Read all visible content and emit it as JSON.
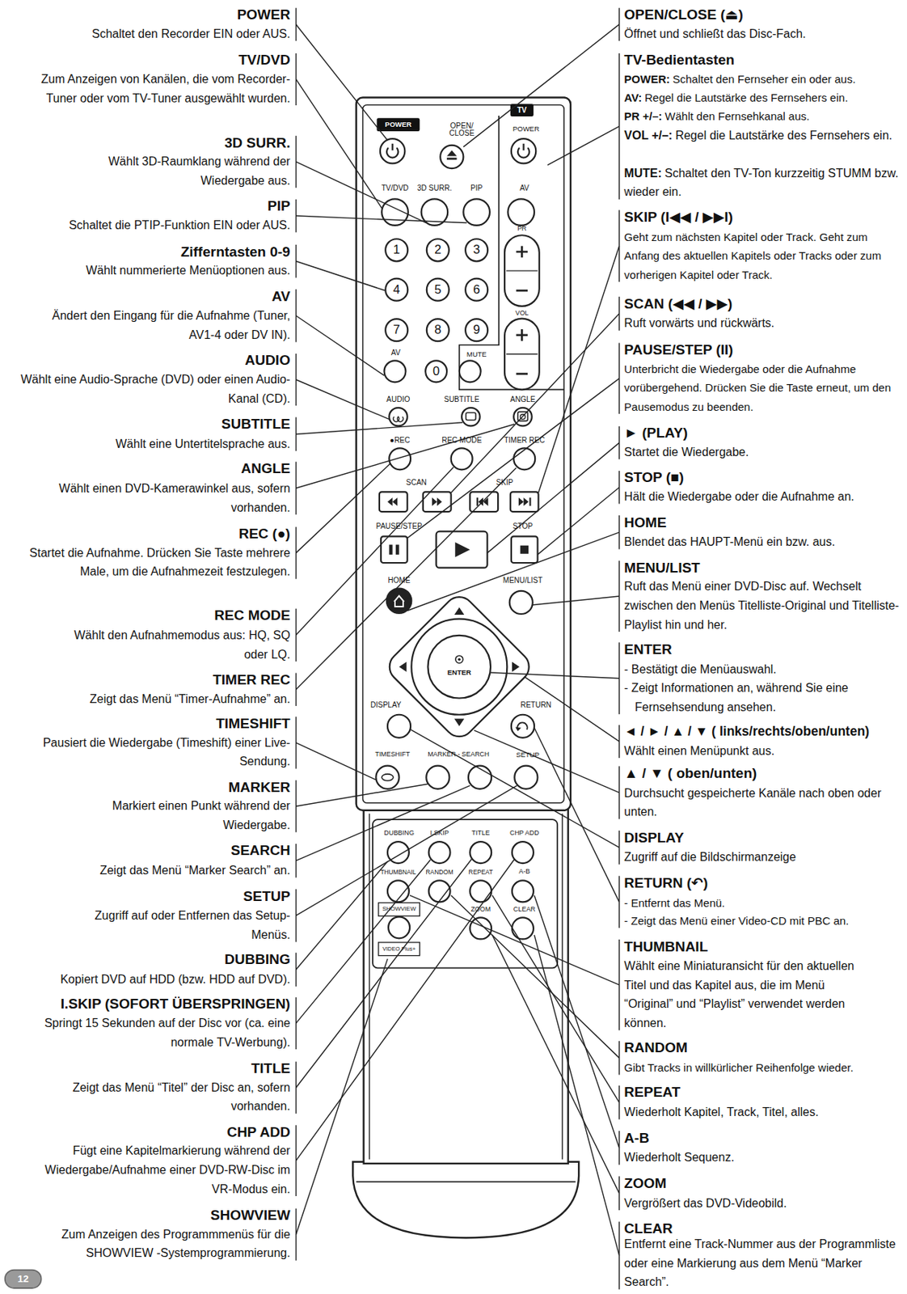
{
  "diagram": {
    "labels": [
      "POWER",
      "Schaltet den Recorder EIN oder AUS.",
      "TV/DVD",
      "Zum Anzeigen von Kanälen, die vom Recorder-Tuner oder vom TV-Tuner ausgewählt wurden.",
      "3D SURR.",
      "Wählt 3D-Raumklang während der Wiedergabe aus.",
      "PIP",
      "Schaltet die PTIP-Funktion EIN oder AUS.",
      "Zifferntasten 0-9",
      "Wählt nummerierte Menüoptionen aus.",
      "AV",
      "Ändert den Eingang für die Aufnahme (Tuner, AV1-4 oder DV IN).",
      "AUDIO",
      "Wählt eine Audio-Sprache (DVD) oder einen Audio-Kanal (CD).",
      "SUBTITLE",
      "Wählt eine Untertitelsprache aus.",
      "ANGLE",
      "Wählt einen DVD-Kamerawinkel aus, sofern vorhanden.",
      "REC (●)",
      "Startet die Aufnahme. Drücken Sie Taste mehrere Male, um die Aufnahmezeit festzulegen.",
      "REC MODE",
      "Wählt den Aufnahmemodus aus: HQ, SQ oder LQ.",
      "TIMER REC",
      "Zeigt das Menü “Timer-Aufnahme” an.",
      "TIMESHIFT",
      "Pausiert die Wiedergabe (Timeshift) einer Live-Sendung.",
      "MARKER",
      "Markiert einen Punkt während der Wiedergabe.",
      "SEARCH",
      "Zeigt das Menü “Marker Search” an.",
      "SETUP",
      "Zugriff auf oder Entfernen das Setup-Menüs.",
      "DUBBING",
      "Kopiert DVD auf HDD (bzw. HDD auf DVD).",
      "I.SKIP (SOFORT ÜBERSPRINGEN)",
      "Springt 15 Sekunden auf der Disc vor (ca. eine normale TV-Werbung).",
      "TITLE",
      "Zeigt das Menü “Titel” der Disc an, sofern vorhanden.",
      "CHP ADD",
      "Fügt eine Kapitelmarkierung während der Wiedergabe/Aufnahme einer DVD-RW-Disc im VR-Modus ein.",
      "SHOWVIEW",
      "Zum Anzeigen des Programmmenüs für die SHOWVIEW -Systemprogrammierung.",
      "OPEN/CLOSE (⏏)",
      "Öffnet und schließt das Disc-Fach.",
      "TV-Bedientasten",
      "POWER:",
      "Schaltet den Fernseher ein oder aus.",
      "AV:",
      "Regel die Lautstärke des Fernsehers ein.",
      "PR +/–:",
      "Wählt den Fernsehkanal aus.",
      "VOL +/–:",
      "Regel die Lautstärke des Fernsehers ein.",
      "MUTE:",
      "Schaltet den TV-Ton kurzzeitig STUMM bzw. wieder ein.",
      "SKIP (I◀◀ / ▶▶I)",
      "Geht zum nächsten Kapitel oder Track. Geht zum Anfang des aktuellen Kapitels oder Tracks oder zum vorherigen Kapitel oder Track.",
      "SCAN (◀◀ / ▶▶)",
      "Ruft vorwärts und rückwärts.",
      "PAUSE/STEP (II)",
      "Unterbricht die Wiedergabe oder die Aufnahme vorübergehend. Drücken Sie die Taste erneut, um den Pausemodus zu beenden.",
      "► (PLAY)",
      "Startet die Wiedergabe.",
      "STOP (■)",
      "Hält die Wiedergabe oder die Aufnahme an.",
      "HOME",
      "Blendet das HAUPT-Menü ein bzw. aus.",
      "MENU/LIST",
      "Ruft das Menü einer DVD-Disc auf. Wechselt zwischen den Menüs Titelliste-Original und Titelliste-Playlist hin und her.",
      "ENTER",
      "- Bestätigt die Menüauswahl.",
      "- Zeigt Informationen an, während Sie eine Fernsehsendung ansehen.",
      "◄ / ► / ▲ / ▼ ( links/rechts/oben/unten)",
      "Wählt einen Menüpunkt aus.",
      "▲ / ▼ ( oben/unten)",
      "Durchsucht gespeicherte Kanäle nach oben oder unten.",
      "DISPLAY",
      "Zugriff auf die Bildschirmanzeige",
      "RETURN (↶)",
      "- Entfernt das Menü.",
      "- Zeigt das Menü einer Video-CD mit PBC an.",
      "THUMBNAIL",
      "Wählt eine Miniaturansicht für den aktuellen Titel und das Kapitel aus, die im Menü “Original” und “Playlist” verwendet werden können.",
      "RANDOM",
      "Gibt Tracks in willkürlicher Reihenfolge wieder.",
      "REPEAT",
      "Wiederholt Kapitel, Track, Titel, alles.",
      "A-B",
      "Wiederholt Sequenz.",
      "ZOOM",
      "Vergrößert das DVD-Videobild.",
      "CLEAR",
      "Entfernt eine Track-Nummer aus der Programmliste oder eine Markierung aus dem Menü “Marker Search”.",
      "POWER",
      "OPEN/ CLOSE",
      "TV",
      "POWER",
      "TV/DVD",
      "3D SURR.",
      "PIP",
      "AV",
      "1",
      "2",
      "3",
      "4",
      "5",
      "6",
      "7",
      "8",
      "9",
      "PR",
      "VOL",
      "AV",
      "0",
      "MUTE",
      "AUDIO",
      "SUBTITLE",
      "ANGLE",
      "●REC",
      "REC MODE",
      "TIMER REC",
      "SCAN",
      "SKIP",
      "PAUSE/STEP",
      "STOP",
      "HOME",
      "MENU/LIST",
      "ENTER",
      "DISPLAY",
      "RETURN",
      "TIMESHIFT",
      "MARKER - SEARCH",
      "SETUP",
      "DUBBING",
      "I.SKIP",
      "TITLE",
      "CHP ADD",
      "THUMBNAIL",
      "RANDOM",
      "REPEAT",
      "A-B",
      "SHOWVIEW",
      "ZOOM",
      "CLEAR",
      "VIDEO Plus+",
      "12"
    ]
  }
}
